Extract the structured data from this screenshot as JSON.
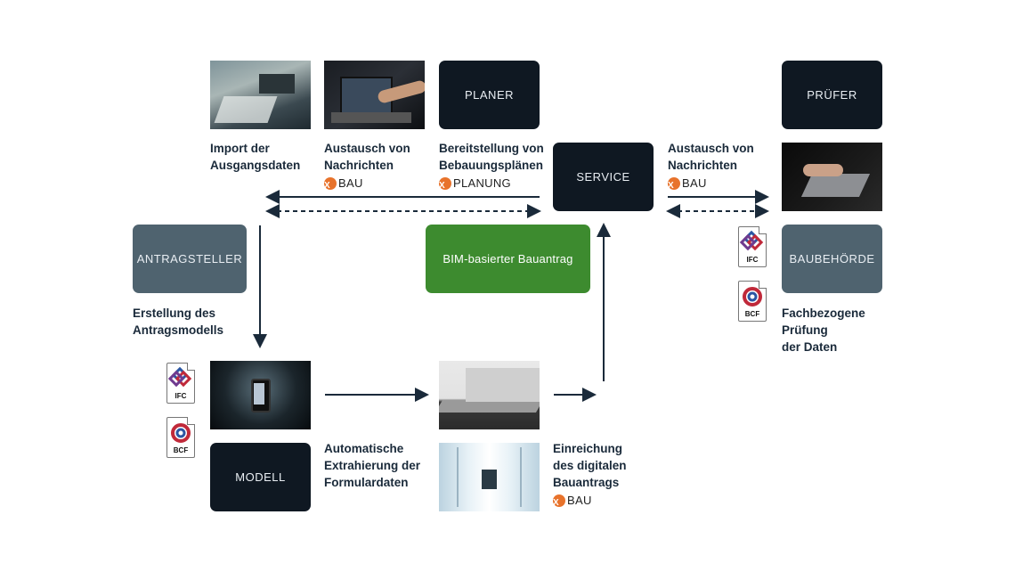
{
  "boxes": {
    "planer": "PLANER",
    "pruefer": "PRÜFER",
    "service": "SERVICE",
    "antragsteller": "ANTRAGSTELLER",
    "bim": "BIM-basierter Bauantrag",
    "baubehoerde": "BAUBEHÖRDE",
    "modell": "MODELL"
  },
  "captions": {
    "import": [
      "Import der",
      "Ausgangsdaten"
    ],
    "austausch1": [
      "Austausch von",
      "Nachrichten"
    ],
    "austausch1_std": "BAU",
    "bereitstellung": [
      "Bereitstellung von",
      "Bebauungsplänen"
    ],
    "bereitstellung_std": "PLANUNG",
    "austausch2": [
      "Austausch von",
      "Nachrichten"
    ],
    "austausch2_std": "BAU",
    "erstellung": [
      "Erstellung des",
      "Antragsmodells"
    ],
    "fachbezogen": [
      "Fachbezogene",
      "Prüfung",
      "der Daten"
    ],
    "automatisch": [
      "Automatische",
      "Extrahierung der",
      "Formulardaten"
    ],
    "einreichung": [
      "Einreichung",
      "des digitalen",
      "Bauantrags"
    ],
    "einreichung_std": "BAU"
  },
  "std_prefix": "X",
  "files": {
    "ifc": "IFC",
    "bcf": "BCF"
  },
  "colors": {
    "dark_box": "#0f1822",
    "grey_box": "#4f636f",
    "green_box": "#3d8b2f",
    "xoev_orange": "#e8732c",
    "arrow": "#1a2a3a"
  }
}
